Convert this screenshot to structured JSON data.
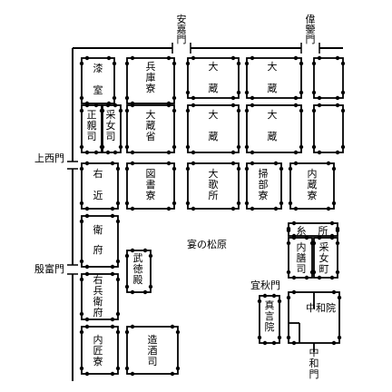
{
  "gates": {
    "anka": [
      "安",
      "嘉",
      "門"
    ],
    "ikan": [
      "偉",
      "鑒",
      "門"
    ],
    "josai": "上西門",
    "innpu": "殷富門",
    "giju": "宜秋門",
    "chuwa": [
      "中",
      "和",
      "門"
    ]
  },
  "offices": {
    "urushi": [
      "漆",
      "室"
    ],
    "hyogo": [
      "兵",
      "庫",
      "寮"
    ],
    "okura1": [
      "大",
      "蔵"
    ],
    "okura2": [
      "大",
      "蔵"
    ],
    "okura3": [
      "大",
      "蔵"
    ],
    "okura4": [
      "大",
      "蔵"
    ],
    "seishin": [
      "正",
      "親",
      "司"
    ],
    "uneme": [
      "采",
      "女",
      "司"
    ],
    "okurasho": [
      "大",
      "蔵",
      "省"
    ],
    "ukon": [
      "右",
      "近"
    ],
    "zusho": [
      "図",
      "書",
      "寮"
    ],
    "utadokoro": [
      "大",
      "歌",
      "所"
    ],
    "kamon": [
      "掃",
      "部",
      "寮"
    ],
    "kura": [
      "内",
      "蔵",
      "寮"
    ],
    "ukon_fu": [
      "衛",
      "府"
    ],
    "butoku": [
      "武",
      "徳",
      "殿"
    ],
    "uhyoe": [
      "右",
      "兵",
      "衛",
      "府"
    ],
    "takumi": [
      "内",
      "匠",
      "寮"
    ],
    "zoshu": [
      "造",
      "酒",
      "司"
    ],
    "shingon": [
      "真",
      "言",
      "院"
    ],
    "itodokoro": [
      "糸",
      "所"
    ],
    "naizen": [
      "内",
      "膳",
      "司"
    ],
    "unememachi": [
      "采",
      "女",
      "町"
    ],
    "chuwain": "中和院"
  },
  "areas": {
    "matsubara": "宴の松原"
  }
}
